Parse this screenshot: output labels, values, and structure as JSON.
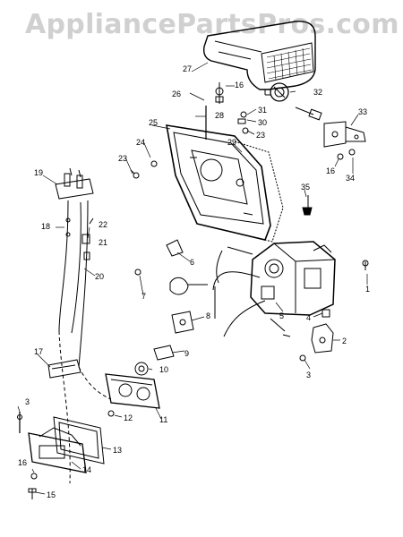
{
  "watermark": "AppliancePartsPros.com",
  "callouts": {
    "c1": "1",
    "c2": "2",
    "c3a": "3",
    "c3b": "3",
    "c4": "4",
    "c5": "5",
    "c6": "6",
    "c7": "7",
    "c8": "8",
    "c9": "9",
    "c10": "10",
    "c11": "11",
    "c12": "12",
    "c13": "13",
    "c14": "14",
    "c15": "15",
    "c16a": "16",
    "c16b": "16",
    "c16c": "16",
    "c17": "17",
    "c18": "18",
    "c19": "19",
    "c20": "20",
    "c21": "21",
    "c22": "22",
    "c23a": "23",
    "c23b": "23",
    "c24": "24",
    "c25": "25",
    "c26": "26",
    "c27": "27",
    "c28": "28",
    "c29": "29",
    "c30": "30",
    "c31": "31",
    "c32": "32",
    "c33": "33",
    "c34": "34",
    "c35": "35"
  }
}
